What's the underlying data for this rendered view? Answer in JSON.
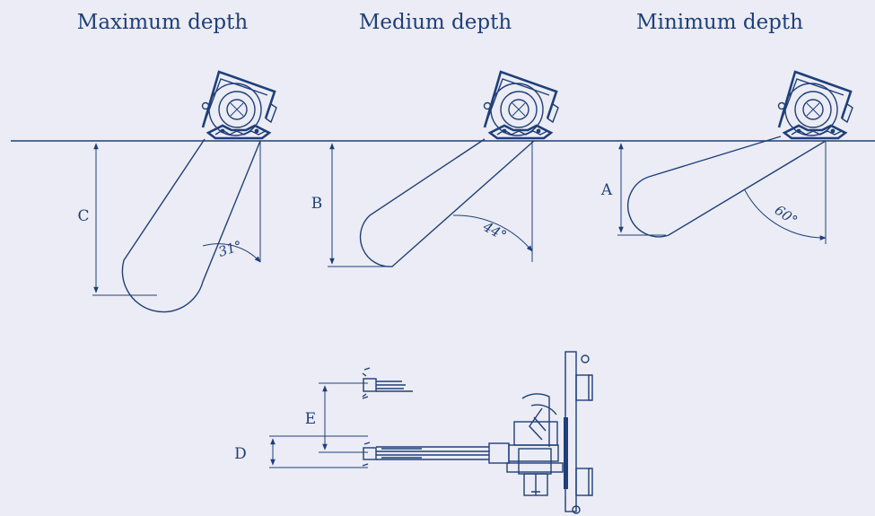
{
  "diagram": {
    "titles": {
      "max": "Maximum depth",
      "med": "Medium depth",
      "min": "Minimum depth"
    },
    "dims": {
      "a": "A",
      "b": "B",
      "c": "C",
      "d": "D",
      "e": "E"
    },
    "angles": {
      "max": "31°",
      "med": "44°",
      "min": "60°"
    }
  }
}
